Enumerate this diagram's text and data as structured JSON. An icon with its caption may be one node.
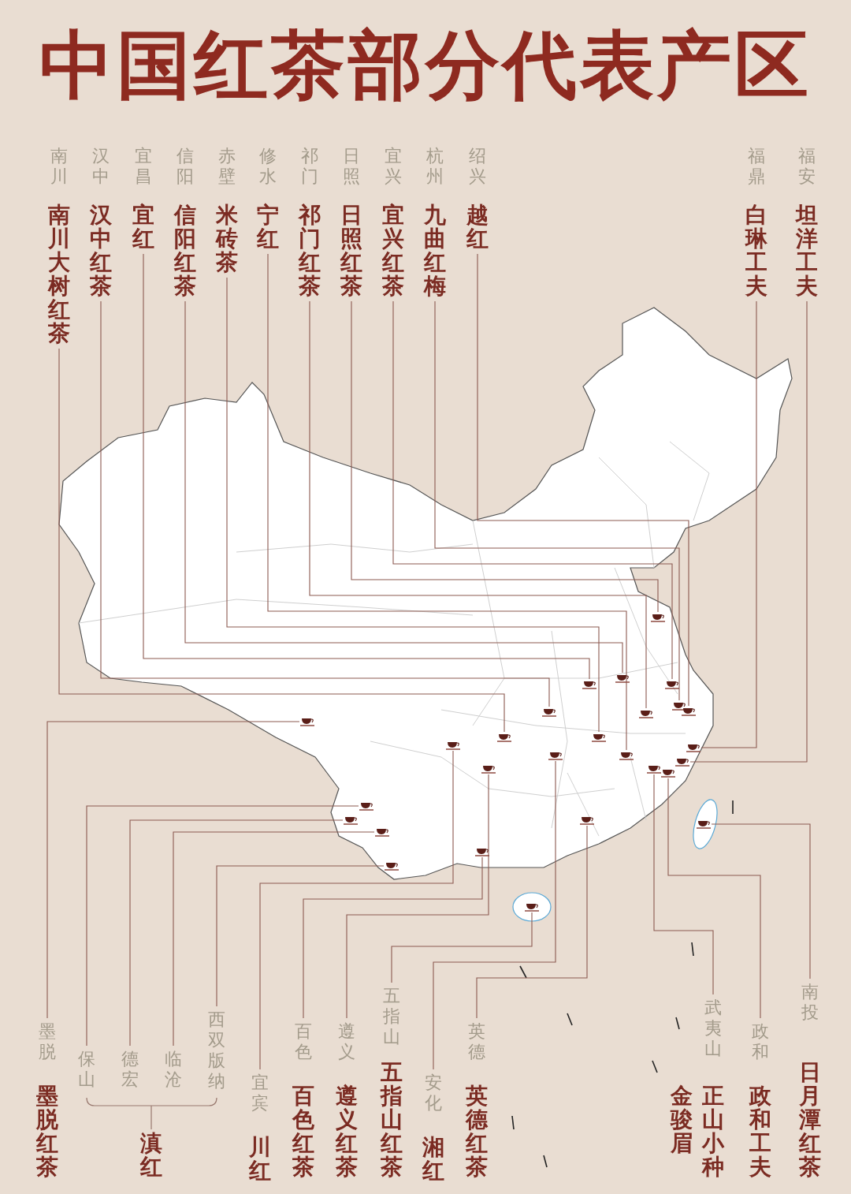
{
  "diagram": {
    "title": "中国红茶部分代表产区",
    "nodes": [
      {
        "text": [
          "南川",
          "南川大树红茶"
        ]
      },
      {
        "text": [
          "汉中",
          "汉中红茶"
        ]
      },
      {
        "text": [
          "宜昌",
          "宜红"
        ]
      },
      {
        "text": [
          "信阳",
          "信阳红茶"
        ]
      },
      {
        "text": [
          "赤壁",
          "米砖茶"
        ]
      },
      {
        "text": [
          "修水",
          "宁红"
        ]
      },
      {
        "text": [
          "祁门",
          "祁门红茶"
        ]
      },
      {
        "text": [
          "日照",
          "日照红茶"
        ]
      },
      {
        "text": [
          "宜兴",
          "宜兴红茶"
        ]
      },
      {
        "text": [
          "杭州",
          "九曲红梅"
        ]
      },
      {
        "text": [
          "绍兴",
          "越红"
        ]
      },
      {
        "text": [
          "福鼎",
          "白琳工夫"
        ]
      },
      {
        "text": [
          "福安",
          "坦洋工夫"
        ]
      },
      {
        "text": [
          "墨脱",
          "墨脱红茶"
        ]
      },
      {
        "text": [
          "保山"
        ]
      },
      {
        "text": [
          "德宏"
        ]
      },
      {
        "text": [
          "临沧"
        ]
      },
      {
        "text": [
          "西双版纳"
        ]
      },
      {
        "text": [
          "滇红"
        ]
      },
      {
        "text": [
          "宜宾",
          "川红"
        ]
      },
      {
        "text": [
          "百色",
          "百色红茶"
        ]
      },
      {
        "text": [
          "遵义",
          "遵义红茶"
        ]
      },
      {
        "text": [
          "五指山",
          "五指山红茶"
        ]
      },
      {
        "text": [
          "安化",
          "湘红"
        ]
      },
      {
        "text": [
          "英德",
          "英德红茶"
        ]
      },
      {
        "text": [
          "武夷山",
          "金骏眉",
          "正山小种"
        ]
      },
      {
        "text": [
          "政和",
          "政和工夫"
        ]
      },
      {
        "text": [
          "南投",
          "日月潭红茶"
        ]
      },
      {
        "text": [],
        "shape": "cup"
      },
      {
        "text": [],
        "shape": "cup"
      },
      {
        "text": [],
        "shape": "cup"
      },
      {
        "text": [],
        "shape": "cup"
      },
      {
        "text": [],
        "shape": "cup"
      },
      {
        "text": [],
        "shape": "cup"
      },
      {
        "text": [],
        "shape": "cup"
      },
      {
        "text": [],
        "shape": "cup"
      },
      {
        "text": [],
        "shape": "cup"
      },
      {
        "text": [],
        "shape": "cup"
      },
      {
        "text": [],
        "shape": "cup"
      },
      {
        "text": [],
        "shape": "cup"
      },
      {
        "text": [],
        "shape": "cup"
      },
      {
        "text": [],
        "shape": "cup"
      },
      {
        "text": [],
        "shape": "cup"
      },
      {
        "text": [],
        "shape": "cup"
      },
      {
        "text": [],
        "shape": "cup"
      },
      {
        "text": [],
        "shape": "cup"
      },
      {
        "text": [],
        "shape": "cup"
      },
      {
        "text": [],
        "shape": "cup"
      },
      {
        "text": [],
        "shape": "cup"
      },
      {
        "text": [],
        "shape": "cup"
      },
      {
        "text": [],
        "shape": "cup"
      },
      {
        "text": [],
        "shape": "cup"
      },
      {
        "text": [],
        "shape": "cup"
      },
      {
        "text": [],
        "shape": "cup"
      },
      {
        "text": [],
        "shape": "cup"
      }
    ],
    "edges": [
      {
        "from": 0,
        "to": 36,
        "arrow": "none"
      },
      {
        "from": 1,
        "to": 38,
        "arrow": "none"
      },
      {
        "from": 2,
        "to": 41,
        "arrow": "none"
      },
      {
        "from": 3,
        "to": 43,
        "arrow": "none"
      },
      {
        "from": 4,
        "to": 42,
        "arrow": "none"
      },
      {
        "from": 5,
        "to": 44,
        "arrow": "none"
      },
      {
        "from": 6,
        "to": 45,
        "arrow": "none"
      },
      {
        "from": 7,
        "to": 47,
        "arrow": "none"
      },
      {
        "from": 8,
        "to": 49,
        "arrow": "none"
      },
      {
        "from": 9,
        "to": 50,
        "arrow": "none"
      },
      {
        "from": 10,
        "to": 52,
        "arrow": "none"
      },
      {
        "from": 11,
        "to": 53,
        "arrow": "none"
      },
      {
        "from": 12,
        "to": 51,
        "arrow": "none"
      },
      {
        "from": 13,
        "to": 28,
        "arrow": "none"
      },
      {
        "from": 14,
        "to": 30,
        "arrow": "none"
      },
      {
        "from": 15,
        "to": 29,
        "arrow": "none"
      },
      {
        "from": 16,
        "to": 31,
        "arrow": "none"
      },
      {
        "from": 17,
        "to": 32,
        "arrow": "none"
      },
      {
        "from": 19,
        "to": 33,
        "arrow": "none"
      },
      {
        "from": 20,
        "to": 34,
        "arrow": "none"
      },
      {
        "from": 21,
        "to": 35,
        "arrow": "none"
      },
      {
        "from": 22,
        "to": 37,
        "arrow": "none"
      },
      {
        "from": 23,
        "to": 39,
        "arrow": "none"
      },
      {
        "from": 24,
        "to": 40,
        "arrow": "none"
      },
      {
        "from": 25,
        "to": 46,
        "arrow": "none"
      },
      {
        "from": 26,
        "to": 48,
        "arrow": "none"
      },
      {
        "from": 27,
        "to": 54,
        "arrow": "none"
      }
    ]
  }
}
